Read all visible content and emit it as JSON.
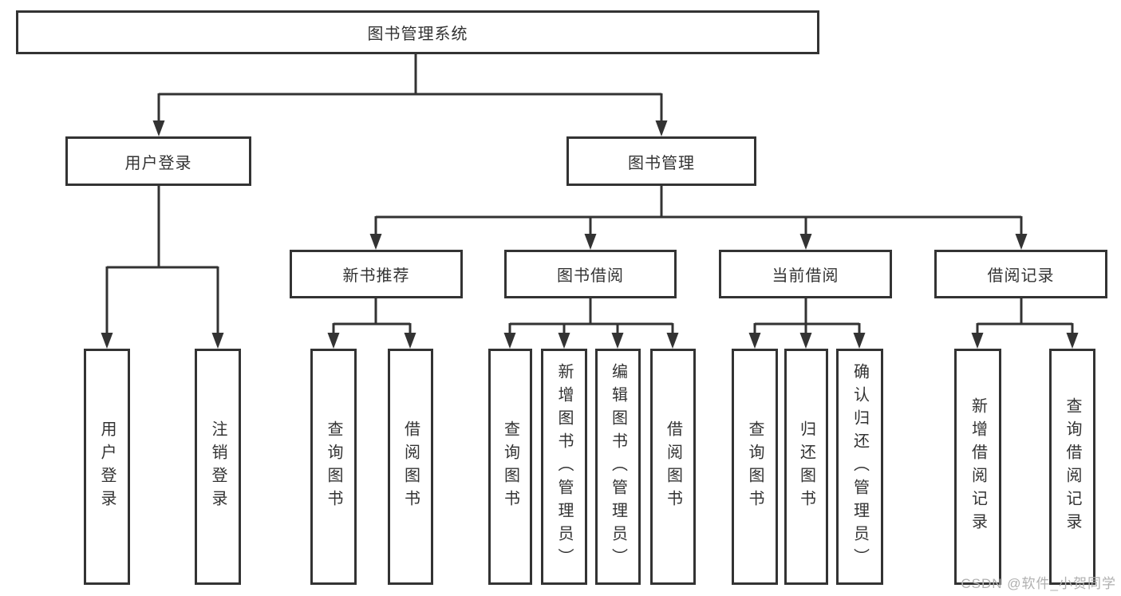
{
  "diagram": {
    "root": "图书管理系统",
    "branches": {
      "user_login": "用户登录",
      "book_mgmt": "图书管理"
    },
    "modules": [
      "新书推荐",
      "图书借阅",
      "当前借阅",
      "借阅记录"
    ],
    "leaves": {
      "user_login": [
        "用户登录",
        "注销登录"
      ],
      "new_books": [
        "查询图书",
        "借阅图书"
      ],
      "book_borrow": [
        "查询图书",
        "新增图书（管理员）",
        "编辑图书（管理员）",
        "借阅图书"
      ],
      "current_borrow": [
        "查询图书",
        "归还图书",
        "确认归还（管理员）"
      ],
      "borrow_records": [
        "新增借阅记录",
        "查询借阅记录"
      ]
    }
  },
  "watermark": "CSDN @软件_小贺同学",
  "colors": {
    "line": "#333333",
    "text": "#333333",
    "watermark": "#b0b0b0",
    "background": "#ffffff"
  }
}
